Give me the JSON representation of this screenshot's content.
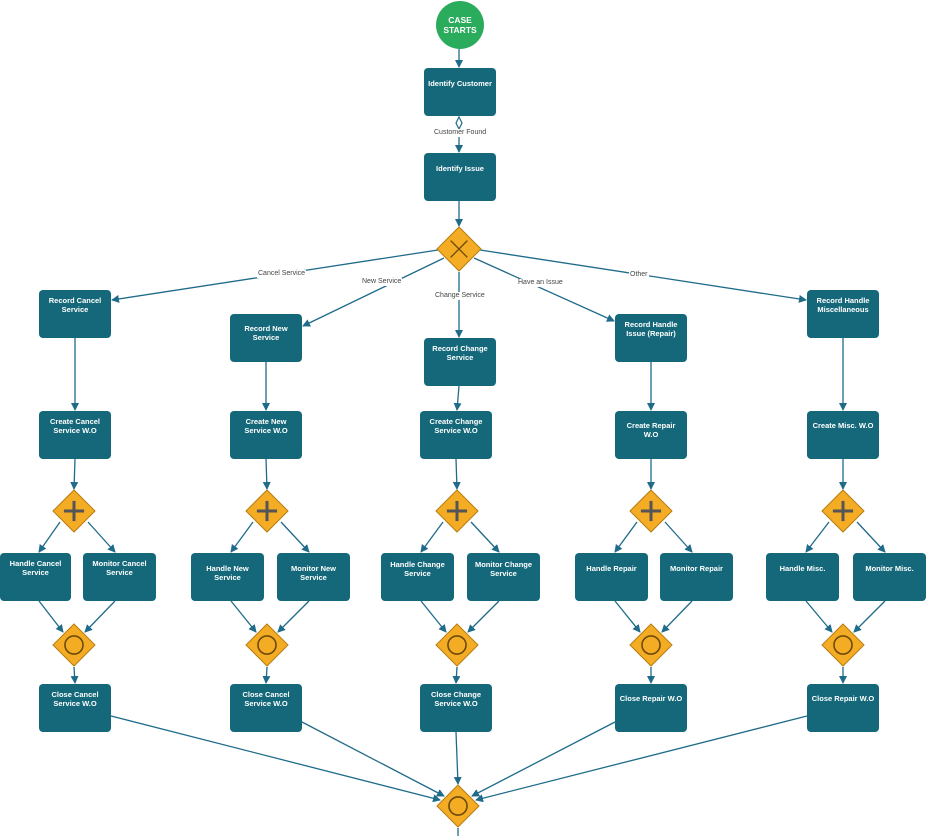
{
  "colors": {
    "task": "#14687a",
    "gateway": "#f5ac25",
    "gateway_stroke": "#b57d10",
    "start": "#2bab5c",
    "edge": "#1f6b8a"
  },
  "start": {
    "label": "CASE\nSTARTS"
  },
  "tasks": {
    "identify_customer": "Identify Customer",
    "identify_issue": "Identify Issue",
    "record_cancel": "Record Cancel Service",
    "record_new": "Record New Service",
    "record_change": "Record Change Service",
    "record_repair": "Record Handle Issue (Repair)",
    "record_misc": "Record Handle Miscellaneous",
    "create_cancel": "Create Cancel Service W.O",
    "create_new": "Create New Service W.O",
    "create_change": "Create Change Service W.O",
    "create_repair": "Create Repair W.O",
    "create_misc": "Create Misc. W.O",
    "handle_cancel": "Handle Cancel Service",
    "monitor_cancel": "Monitor Cancel Service",
    "handle_new": "Handle New Service",
    "monitor_new": "Monitor New Service",
    "handle_change": "Handle Change Service",
    "monitor_change": "Monitor Change Service",
    "handle_repair": "Handle Repair",
    "monitor_repair": "Monitor Repair",
    "handle_misc": "Handle Misc.",
    "monitor_misc": "Monitor Misc.",
    "close_cancel": "Close Cancel Service W.O",
    "close_new": "Close Cancel Service W.O",
    "close_change": "Close Change Service W.O",
    "close_repair": "Close Repair W.O",
    "close_misc": "Close Repair W.O"
  },
  "edge_labels": {
    "customer_found": "Customer Found",
    "cancel_service": "Cancel Service",
    "new_service": "New Service",
    "change_service": "Change Service",
    "have_an_issue": "Have an Issue",
    "other": "Other"
  },
  "gateways": {
    "exclusive": "x-gateway",
    "parallel": "plus-gateway",
    "inclusive": "circle-gateway"
  }
}
